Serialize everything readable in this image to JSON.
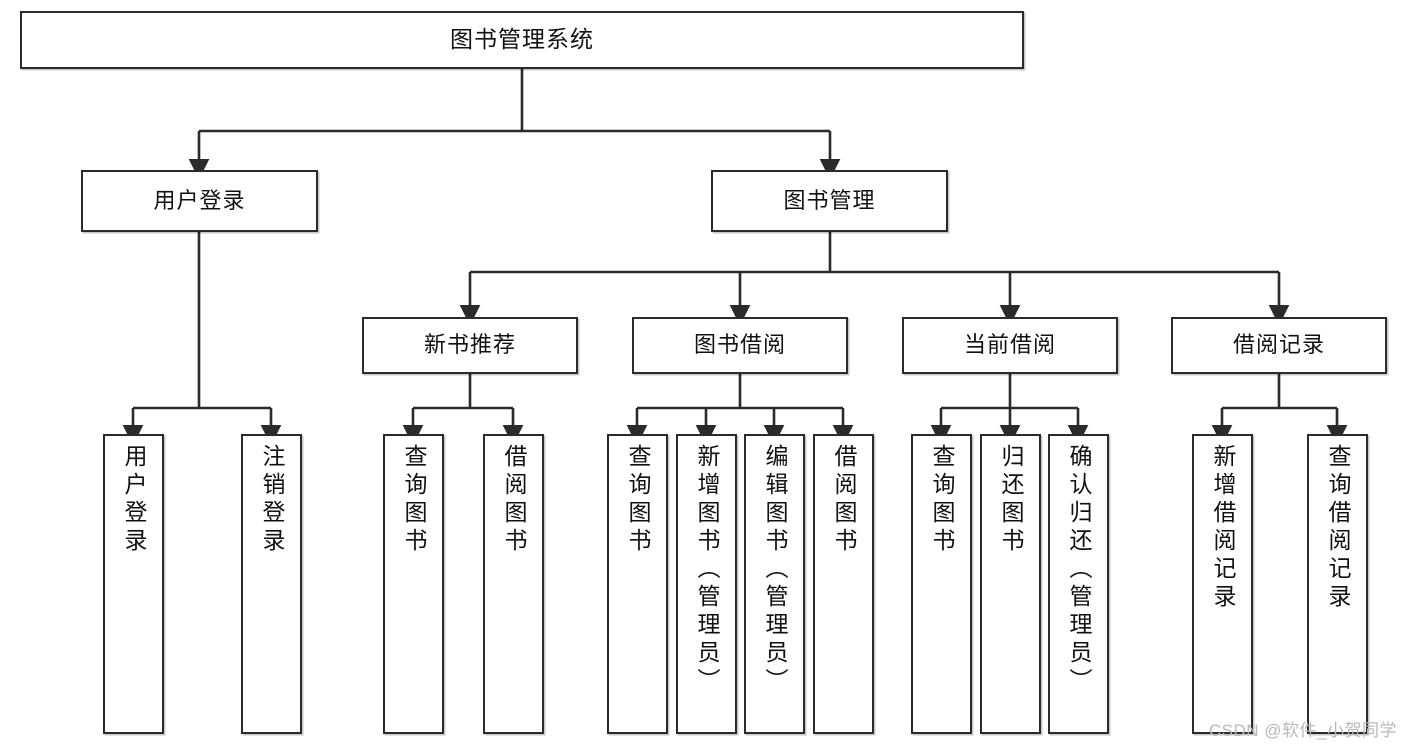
{
  "diagram": {
    "type": "hierarchy-tree",
    "title": "图书管理系统",
    "watermark": "CSDN @软件_小贺同学",
    "colors": {
      "box_border": "#2b2b2b",
      "box_fill": "#ffffff",
      "connector": "#2b2b2b",
      "text": "#111111",
      "watermark": "#b9b9b9",
      "background": "#ffffff"
    },
    "levels": 4,
    "nodes": {
      "root": {
        "label": "图书管理系统"
      },
      "level2": [
        {
          "id": "user-login",
          "label": "用户登录"
        },
        {
          "id": "book-manage",
          "label": "图书管理"
        }
      ],
      "level3": [
        {
          "id": "new-book-rec",
          "label": "新书推荐",
          "parent": "book-manage"
        },
        {
          "id": "book-borrow",
          "label": "图书借阅",
          "parent": "book-manage"
        },
        {
          "id": "current-borrow",
          "label": "当前借阅",
          "parent": "book-manage"
        },
        {
          "id": "borrow-record",
          "label": "借阅记录",
          "parent": "book-manage"
        }
      ],
      "leaves": [
        {
          "id": "leaf-user-login",
          "label": "用户登录",
          "parent": "user-login"
        },
        {
          "id": "leaf-user-logout",
          "label": "注销登录",
          "parent": "user-login"
        },
        {
          "id": "leaf-query-book-1",
          "label": "查询图书",
          "parent": "new-book-rec"
        },
        {
          "id": "leaf-borrow-book-1",
          "label": "借阅图书",
          "parent": "new-book-rec"
        },
        {
          "id": "leaf-query-book-2",
          "label": "查询图书",
          "parent": "book-borrow"
        },
        {
          "id": "leaf-add-book",
          "label": "新增图书（管理员）",
          "parent": "book-borrow"
        },
        {
          "id": "leaf-edit-book",
          "label": "编辑图书（管理员）",
          "parent": "book-borrow"
        },
        {
          "id": "leaf-borrow-book-2",
          "label": "借阅图书",
          "parent": "book-borrow"
        },
        {
          "id": "leaf-query-book-3",
          "label": "查询图书",
          "parent": "current-borrow"
        },
        {
          "id": "leaf-return-book",
          "label": "归还图书",
          "parent": "current-borrow"
        },
        {
          "id": "leaf-confirm-return",
          "label": "确认归还（管理员）",
          "parent": "current-borrow"
        },
        {
          "id": "leaf-add-record",
          "label": "新增借阅记录",
          "parent": "borrow-record"
        },
        {
          "id": "leaf-query-record",
          "label": "查询借阅记录",
          "parent": "borrow-record"
        }
      ]
    }
  }
}
